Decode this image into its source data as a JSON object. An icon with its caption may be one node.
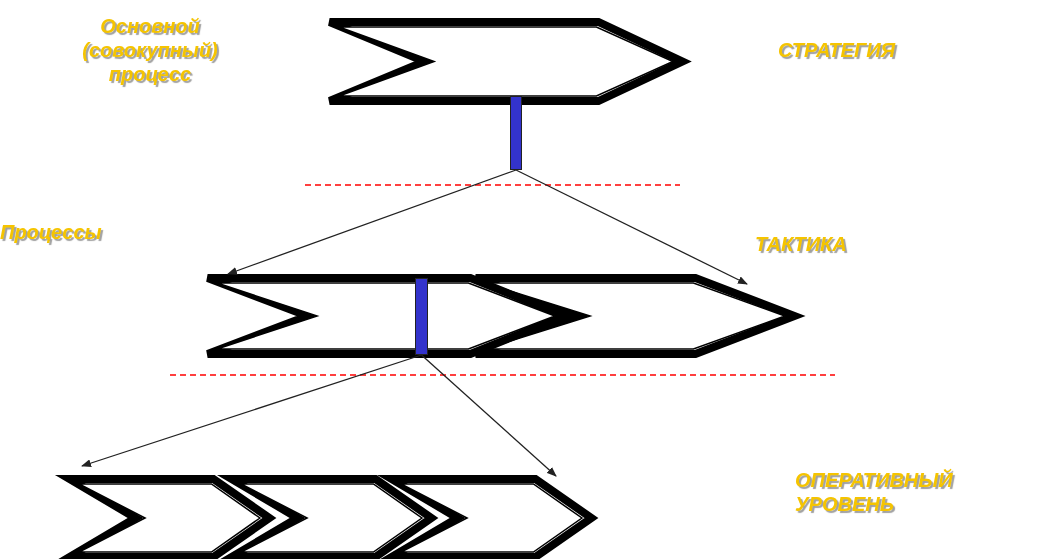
{
  "diagram": {
    "nodes": [
      {
        "text": [],
        "shape": "chevron"
      },
      {
        "text": [],
        "shape": "bar"
      },
      {
        "text": [],
        "shape": "chevron"
      },
      {
        "text": [],
        "shape": "chevron"
      },
      {
        "text": [],
        "shape": "bar",
        "in": 2
      },
      {
        "text": [],
        "shape": "chevron"
      },
      {
        "text": [],
        "shape": "chevron"
      },
      {
        "text": [],
        "shape": "chevron"
      }
    ],
    "edges": [
      {
        "from": 1,
        "to": 2,
        "arrow": "to"
      },
      {
        "from": 1,
        "to": 3,
        "arrow": "to"
      },
      {
        "from": 4,
        "to": 5,
        "arrow": "to"
      },
      {
        "from": 4,
        "to": 7,
        "arrow": "to"
      }
    ],
    "labels": [
      "Основной (совокупный) процесс",
      "СТРАТЕГИЯ",
      "Процессы",
      "ТАКТИКА",
      "ОПЕРАТИВНЫЙ УРОВЕНЬ"
    ]
  }
}
